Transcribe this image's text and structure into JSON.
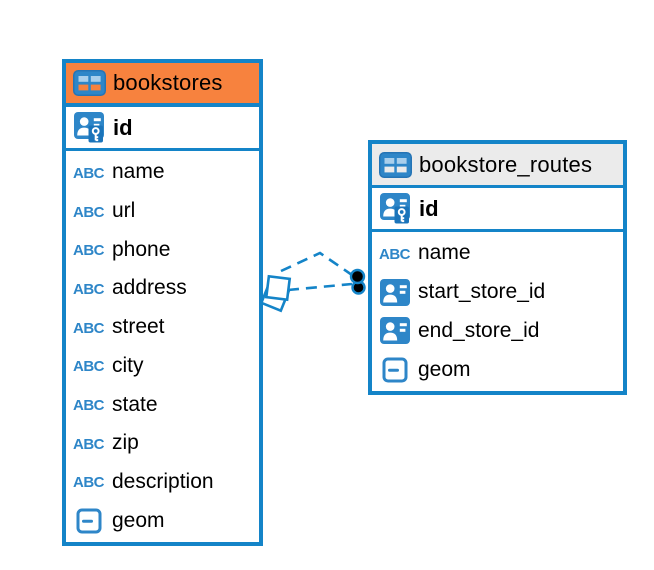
{
  "app": {
    "view": "entity-relationship-diagram",
    "background_color": "#ffffff"
  },
  "colors": {
    "table_border_blue": "#1484c8",
    "bookstores_header_orange": "#f7823e",
    "routes_header_gray": "#ebebeb",
    "icon_blue": "#2e86c8",
    "icon_dark_blue": "#1b74ba",
    "icon_light_cell": "#a9cfec",
    "text": "#000000"
  },
  "tables": [
    {
      "title": "bookstores",
      "header_color": "#f7823e",
      "header_icon": "table-grid-icon",
      "pk_field": {
        "name": "id",
        "icon": "primary-key-icon"
      },
      "fields": [
        {
          "name": "name",
          "icon": "text-type-icon"
        },
        {
          "name": "url",
          "icon": "text-type-icon"
        },
        {
          "name": "phone",
          "icon": "text-type-icon"
        },
        {
          "name": "address",
          "icon": "text-type-icon"
        },
        {
          "name": "street",
          "icon": "text-type-icon"
        },
        {
          "name": "city",
          "icon": "text-type-icon"
        },
        {
          "name": "state",
          "icon": "text-type-icon"
        },
        {
          "name": "zip",
          "icon": "text-type-icon"
        },
        {
          "name": "description",
          "icon": "text-type-icon"
        },
        {
          "name": "geom",
          "icon": "geometry-type-icon"
        }
      ]
    },
    {
      "title": "bookstore_routes",
      "header_color": "#ebebeb",
      "header_icon": "table-grid-icon",
      "pk_field": {
        "name": "id",
        "icon": "primary-key-icon"
      },
      "fields": [
        {
          "name": "name",
          "icon": "text-type-icon"
        },
        {
          "name": "start_store_id",
          "icon": "foreign-key-icon"
        },
        {
          "name": "end_store_id",
          "icon": "foreign-key-icon"
        },
        {
          "name": "geom",
          "icon": "geometry-type-icon"
        }
      ]
    }
  ],
  "relationships": [
    {
      "from": "bookstores",
      "to": "bookstore_routes",
      "line_style": "dashed",
      "source_marker": "stacked-squares",
      "target_marker": "filled-dot"
    },
    {
      "from": "bookstores",
      "to": "bookstore_routes",
      "line_style": "dashed",
      "source_marker": "stacked-squares",
      "target_marker": "filled-dot"
    }
  ]
}
